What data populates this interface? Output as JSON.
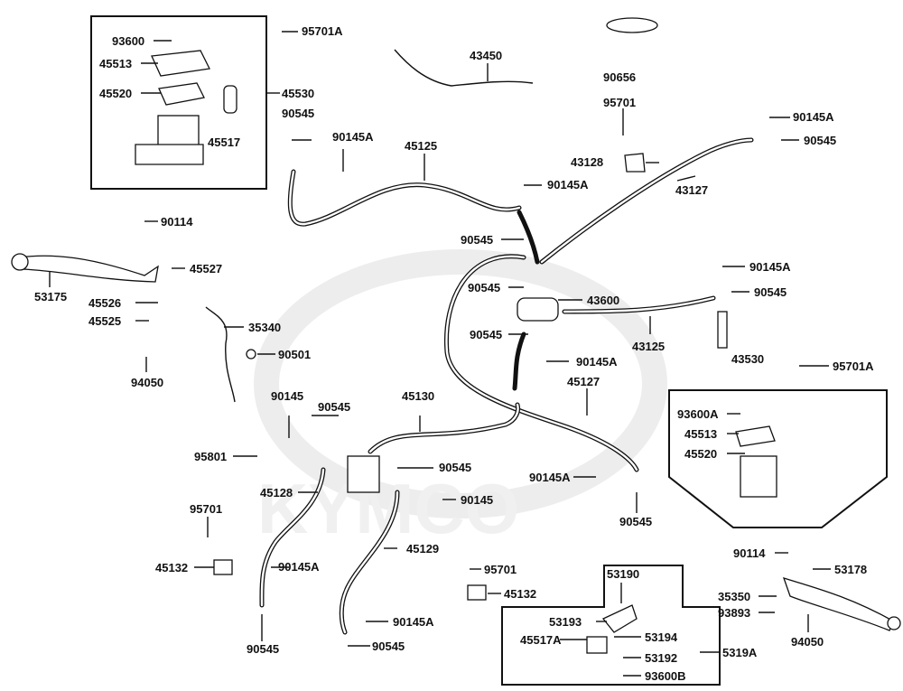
{
  "watermark": "KYMCO",
  "colors": {
    "ink": "#111111",
    "watermark": "#e6e6e6",
    "background": "#ffffff"
  },
  "labels": {
    "l93600": "93600",
    "l95701A_top": "95701A",
    "l45513_top": "45513",
    "l45520_top": "45520",
    "l45530": "45530",
    "l45517": "45517",
    "l43450": "43450",
    "l90656": "90656",
    "l95701_top": "95701",
    "l90145A_tr": "90145A",
    "l90545_tr": "90545",
    "l43128": "43128",
    "l43127_top": "43127",
    "l90545_ul": "90545",
    "l90145A_ul": "90145A",
    "l45125": "45125",
    "l90145A_mid": "90145A",
    "l90114_left": "90114",
    "l45527": "45527",
    "l53175": "53175",
    "l45526": "45526",
    "l45525": "45525",
    "l94050_left": "94050",
    "l35340": "35340",
    "l90501": "90501",
    "l90545_c1": "90545",
    "l90545_c2": "90545",
    "l43600": "43600",
    "l90545_c3": "90545",
    "l90145A_c": "90145A",
    "l43125": "43125",
    "l90145A_r": "90145A",
    "l90545_r": "90545",
    "l43530": "43530",
    "l95701A_r": "95701A",
    "l45127": "45127",
    "l90145": "90145",
    "l90545_m": "90545",
    "l45130": "45130",
    "l95801": "95801",
    "l90545_m2": "90545",
    "l45128": "45128",
    "l90145_m": "90145",
    "l90145A_m2": "90145A",
    "l90545_m3": "90545",
    "l93600A": "93600A",
    "l45513_r": "45513",
    "l45520_r": "45520",
    "l95701_l": "95701",
    "l45132_l": "45132",
    "l90145A_l": "90145A",
    "l45129": "45129",
    "l90545_b1": "90545",
    "l90145A_b": "90145A",
    "l90545_b2": "90545",
    "l95701_c": "95701",
    "l45132_c": "45132",
    "l53190": "53190",
    "l53193": "53193",
    "l53194": "53194",
    "l45517A": "45517A",
    "l53192": "53192",
    "l93600B": "93600B",
    "l5319A": "5319A",
    "l90114_r": "90114",
    "l53178": "53178",
    "l35350": "35350",
    "l93893": "93893",
    "l94050_r": "94050"
  }
}
